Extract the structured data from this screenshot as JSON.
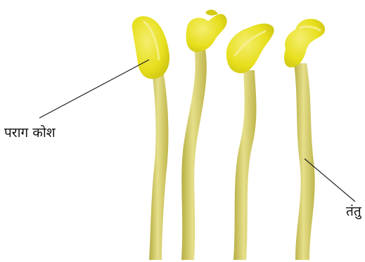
{
  "labels": {
    "anther": "पराग  कोश",
    "filament": "तंतु"
  },
  "colors": {
    "filament_fill": "#d8d06a",
    "filament_shade": "#b7ad43",
    "anther_fill": "#e7df1c",
    "anther_shade": "#c7bd12",
    "anther_light": "#f4ee70",
    "leader_line": "#222222",
    "text": "#111111"
  },
  "figure": {
    "stamen_count": 4
  }
}
